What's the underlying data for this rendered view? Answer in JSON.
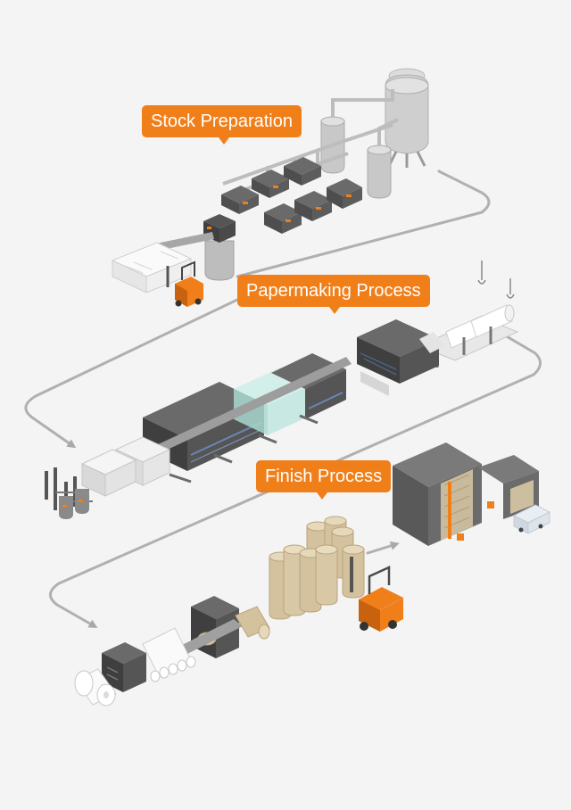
{
  "stages": {
    "stock_preparation": "Stock Preparation",
    "papermaking_process": "Papermaking Process",
    "finish_process": "Finish Process"
  },
  "colors": {
    "background": "#f4f4f4",
    "accent_orange": "#f07f1a",
    "machine_dark": "#5a5a5a",
    "machine_light": "#bdbdbd",
    "flow_line": "#a9a9a9",
    "paper_roll": "#d9c8a6",
    "glass": "#bfe5df"
  },
  "icons": [
    "storage-tank-icon",
    "pump-icon",
    "forklift-icon",
    "paper-machine-icon",
    "crane-hook-icon",
    "paper-roll-icon",
    "warehouse-icon",
    "delivery-truck-icon"
  ]
}
